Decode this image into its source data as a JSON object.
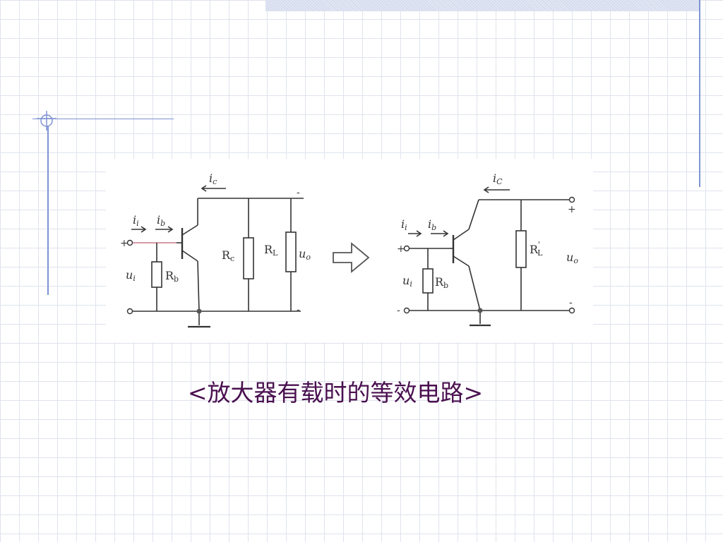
{
  "caption": "<放大器有载时的等效电路>",
  "left_circuit": {
    "ic": "i",
    "ic_sub": "c",
    "ii": "i",
    "ii_sub": "i",
    "ib": "i",
    "ib_sub": "b",
    "plus": "+",
    "minus_top": "-",
    "minus_bottom": "-",
    "ui": "u",
    "ui_sub": "i",
    "rb": "R",
    "rb_sub": "b",
    "rc": "R",
    "rc_sub": "c",
    "rl": "R",
    "rl_sub": "L",
    "uo": "u",
    "uo_sub": "o"
  },
  "right_circuit": {
    "ic": "i",
    "ic_sub": "C",
    "ii": "i",
    "ii_sub": "i",
    "ib": "i",
    "ib_sub": "b",
    "plus_left": "+",
    "minus_left": "-",
    "plus_right": "+",
    "minus_right": "-",
    "ui": "u",
    "ui_sub": "i",
    "rb": "R",
    "rb_sub": "b",
    "rl": "R",
    "rl_sub": "L",
    "rl_sup": "'",
    "uo": "u",
    "uo_sub": "o"
  },
  "colors": {
    "caption": "#4a1050",
    "rule": "#7f93d3",
    "grid": "#dfe3ee",
    "input_wire": "#c97a8a"
  }
}
